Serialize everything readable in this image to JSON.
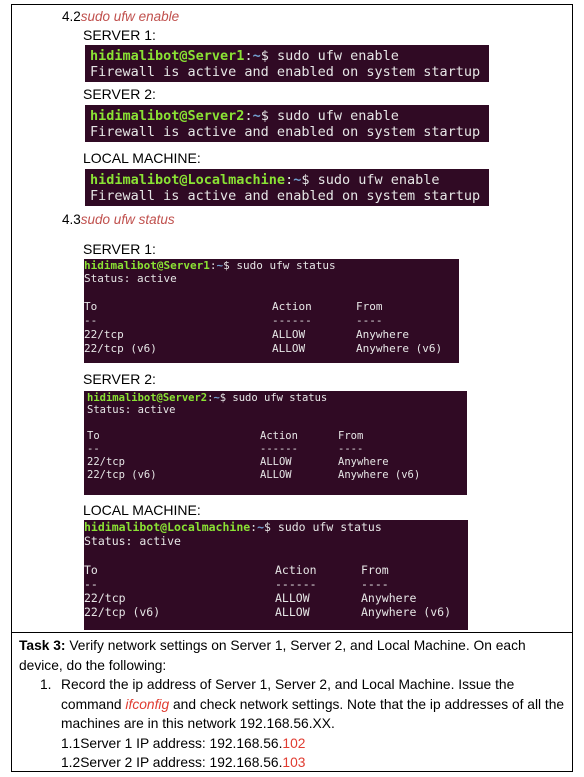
{
  "sections": [
    {
      "num": "4.2",
      "cmd": "sudo ufw enable"
    },
    {
      "num": "4.3",
      "cmd": "sudo ufw status"
    }
  ],
  "labels": {
    "server1": "SERVER 1:",
    "server2": "SERVER 2:",
    "local": "LOCAL MACHINE:"
  },
  "enable": {
    "server1": {
      "user": "hidimalibot@Server1",
      "sep": ":",
      "path": "~",
      "prompt": "$ sudo ufw enable",
      "output": "Firewall is active and enabled on system startup"
    },
    "server2": {
      "user": "hidimalibot@Server2",
      "sep": ":",
      "path": "~",
      "prompt": "$ sudo ufw enable",
      "output": "Firewall is active and enabled on system startup"
    },
    "local": {
      "user": "hidimalibot@Localmachine",
      "sep": ":",
      "path": "~",
      "prompt": "$ sudo ufw enable",
      "output": "Firewall is active and enabled on system startup"
    }
  },
  "status": {
    "server1": {
      "user": "hidimalibot@Server1",
      "sep": ":",
      "path": "~",
      "prompt": "$ sudo ufw status"
    },
    "server2": {
      "user": "hidimalibot@Server2",
      "sep": ":",
      "path": "~",
      "prompt": "$ sudo ufw status"
    },
    "local": {
      "user": "hidimalibot@Localmachine",
      "sep": ":",
      "path": "~",
      "prompt": "$ sudo ufw status"
    },
    "status_line": "Status: active",
    "headers": {
      "to": "To",
      "action": "Action",
      "from": "From"
    },
    "dashes": {
      "to": "--",
      "action": "------",
      "from": "----"
    },
    "rows": [
      {
        "to": "22/tcp",
        "action": "ALLOW",
        "from": "Anywhere"
      },
      {
        "to": "22/tcp (v6)",
        "action": "ALLOW",
        "from": "Anywhere (v6)"
      }
    ]
  },
  "task": {
    "title": "Task 3:",
    "intro": " Verify network settings on Server 1, Server 2, and Local Machine.  On each device, do the following:",
    "item_num": "1.",
    "item_text1": "Record the ip address of Server 1, Server 2, and Local Machine. Issue the command ",
    "item_cmd": "ifconfig",
    "item_text2": " and check network settings.  Note that the ip addresses of all the machines are in this network 192.168.56.XX.",
    "sub": [
      {
        "num": "1.1",
        "label": "Server 1 IP address: 192.168.56.",
        "value": "102"
      },
      {
        "num": "1.2",
        "label": "Server 2 IP address: 192.168.56.",
        "value": "103"
      }
    ]
  },
  "colors": {
    "terminal_bg": "#300a24",
    "user": "#8ae234",
    "path": "#729fcf",
    "command_red": "#c0504d"
  }
}
